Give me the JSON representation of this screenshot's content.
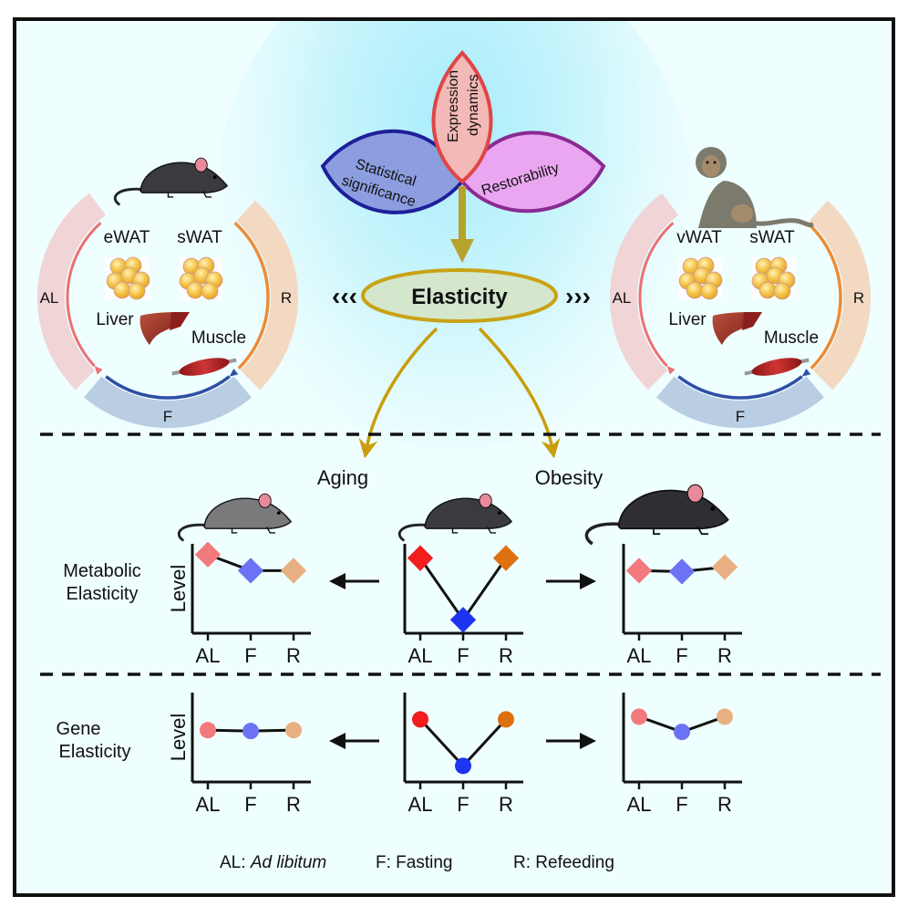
{
  "center": {
    "petals": [
      {
        "label_lines": [
          "Expression",
          "dynamics"
        ],
        "fill": "#f2b9b7",
        "stroke": "#e04545"
      },
      {
        "label_lines": [
          "Statistical",
          "significance"
        ],
        "fill": "#8c9ee0",
        "stroke": "#1f1f9a"
      },
      {
        "label_lines": [
          "Restorability"
        ],
        "fill": "#eaa6f0",
        "stroke": "#8a2a92"
      }
    ],
    "stem_color": "#b6a22c",
    "elasticity_label": "Elasticity",
    "elasticity_fill": "#d4e7cd",
    "elasticity_stroke": "#c9a215",
    "left_chevrons": "‹‹‹",
    "right_chevrons": "›››"
  },
  "left_cycle": {
    "organism": "mouse",
    "tissues": [
      "eWAT",
      "sWAT",
      "Liver",
      "Muscle"
    ],
    "phases": {
      "al": "AL",
      "f": "F",
      "r": "R"
    }
  },
  "right_cycle": {
    "organism": "monkey",
    "tissues": [
      "vWAT",
      "sWAT",
      "Liver",
      "Muscle"
    ],
    "phases": {
      "al": "AL",
      "f": "F",
      "r": "R"
    }
  },
  "colors": {
    "al_band": "#f0d4d6",
    "al_arrow": "#ec7073",
    "f_band": "#b9cde3",
    "f_arrow": "#2e4fa6",
    "r_band": "#f3d9c2",
    "r_arrow": "#ef8b35",
    "gold_arrow": "#c99d0b",
    "divider": "#111111"
  },
  "conditions": {
    "aging": "Aging",
    "obesity": "Obesity"
  },
  "rows": {
    "metabolic": [
      "Metabolic",
      "Elasticity"
    ],
    "gene": [
      "Gene",
      "Elasticity"
    ]
  },
  "axis": {
    "ylabel": "Level",
    "xticks": [
      "AL",
      "F",
      "R"
    ]
  },
  "chart_data": [
    {
      "type": "line",
      "title": "Metabolic Elasticity - Aging",
      "marker": "diamond",
      "categories": [
        "AL",
        "F",
        "R"
      ],
      "values": [
        0.88,
        0.7,
        0.7
      ],
      "colors": [
        "#f37a7c",
        "#6b72f4",
        "#e8b082"
      ],
      "ylabel": "Level",
      "ylim": [
        0,
        1
      ]
    },
    {
      "type": "line",
      "title": "Metabolic Elasticity - Normal",
      "marker": "diamond",
      "categories": [
        "AL",
        "F",
        "R"
      ],
      "values": [
        0.84,
        0.15,
        0.84
      ],
      "colors": [
        "#f21d1d",
        "#1d35f0",
        "#df700f"
      ],
      "ylabel": "Level",
      "ylim": [
        0,
        1
      ]
    },
    {
      "type": "line",
      "title": "Metabolic Elasticity - Obesity",
      "marker": "diamond",
      "categories": [
        "AL",
        "F",
        "R"
      ],
      "values": [
        0.7,
        0.69,
        0.74
      ],
      "colors": [
        "#f37a7c",
        "#6b72f4",
        "#e8b082"
      ],
      "ylabel": "Level",
      "ylim": [
        0,
        1
      ]
    },
    {
      "type": "line",
      "title": "Gene Elasticity - Aging",
      "marker": "circle",
      "categories": [
        "AL",
        "F",
        "R"
      ],
      "values": [
        0.58,
        0.57,
        0.58
      ],
      "colors": [
        "#f37a7c",
        "#6b72f4",
        "#e8b082"
      ],
      "ylabel": "Level",
      "ylim": [
        0,
        1
      ]
    },
    {
      "type": "line",
      "title": "Gene Elasticity - Normal",
      "marker": "circle",
      "categories": [
        "AL",
        "F",
        "R"
      ],
      "values": [
        0.7,
        0.18,
        0.7
      ],
      "colors": [
        "#f21d1d",
        "#1d35f0",
        "#df700f"
      ],
      "ylabel": "Level",
      "ylim": [
        0,
        1
      ]
    },
    {
      "type": "line",
      "title": "Gene Elasticity - Obesity",
      "marker": "circle",
      "categories": [
        "AL",
        "F",
        "R"
      ],
      "values": [
        0.73,
        0.56,
        0.73
      ],
      "colors": [
        "#f37a7c",
        "#6b72f4",
        "#e8b082"
      ],
      "ylabel": "Level",
      "ylim": [
        0,
        1
      ]
    }
  ],
  "legend": {
    "al_key": "AL: ",
    "al_value": "Ad libitum",
    "f_text": "F: Fasting",
    "r_text": "R: Refeeding"
  }
}
